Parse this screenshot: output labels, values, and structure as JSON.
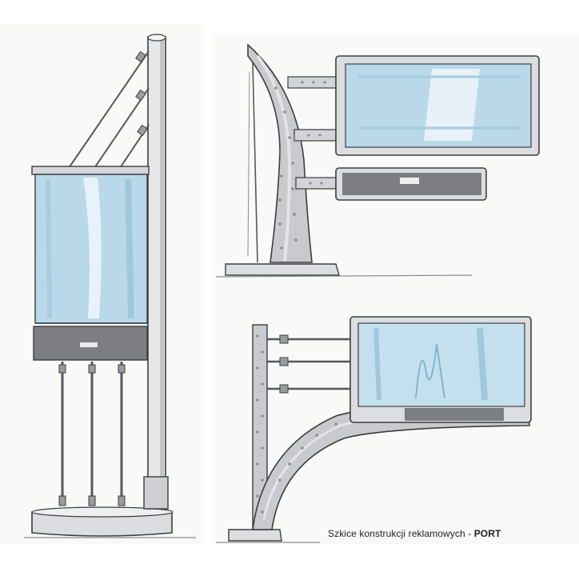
{
  "caption": {
    "text": "Szkice konstrukcji reklamowych - ",
    "brand": "PORT"
  },
  "palette": {
    "glass_blue": "#b9d9ea",
    "glass_blue_light": "#d7ebf5",
    "dark_band": "#7c7e82",
    "metal_grey": "#c9cacd",
    "metal_light": "#e3e4e6",
    "outline": "#3b3d40",
    "paper": "#f9f9f8"
  },
  "sketches": [
    {
      "name": "pylon-with-cable-stays"
    },
    {
      "name": "curved-arch-double-sign"
    },
    {
      "name": "cantilever-arm-sign"
    }
  ]
}
